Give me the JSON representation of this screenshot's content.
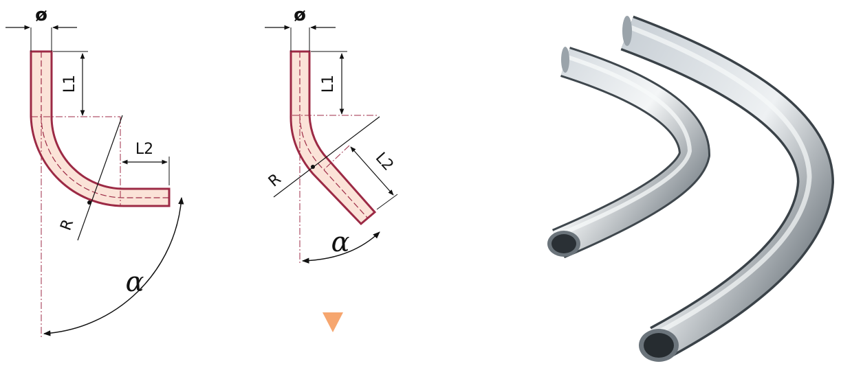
{
  "colors": {
    "tube_outline": "#9c2a45",
    "tube_fill": "#fbe3d8",
    "line": "#111111",
    "center_line": "#9c2a45",
    "marker": "#f6a66f",
    "metal_light": "#e6eaed",
    "metal_dark": "#5e6870"
  },
  "diagram_left": {
    "diameter_label": "ø",
    "l1_label": "L1",
    "l2_label": "L2",
    "radius_label": "R",
    "angle_label": "α"
  },
  "diagram_right": {
    "diameter_label": "ø",
    "l1_label": "L1",
    "l2_label": "L2",
    "radius_label": "R",
    "angle_label": "α"
  },
  "marker": {
    "icon": "down-triangle-icon"
  },
  "photo": {
    "icon": "bent-steel-tubes-image"
  }
}
